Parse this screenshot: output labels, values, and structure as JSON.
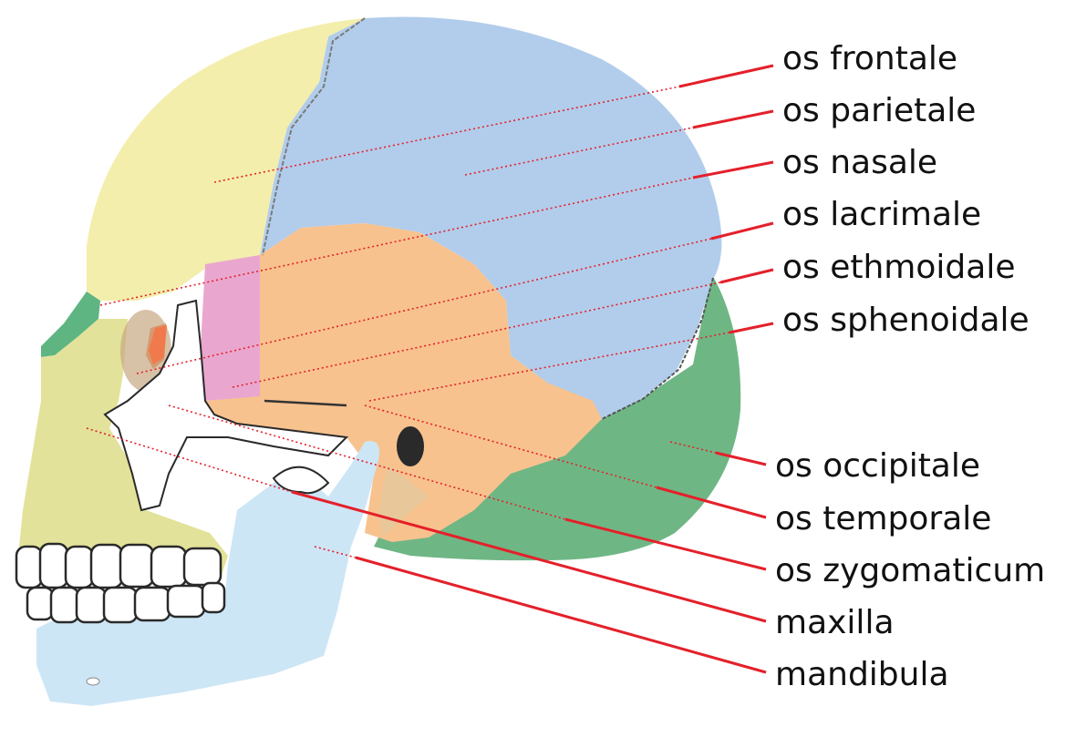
{
  "diagram": {
    "colors": {
      "frontal": "#f3eeac",
      "parietal": "#b2cdeb",
      "nasal": "#5fb582",
      "lacrimal": "#f07a4b",
      "ethmoid": "#e9a7cf",
      "sphenoid": "#f7c28e",
      "occipital": "#6fb685",
      "temporal": "#f7c28e",
      "zygomatic": "#ffffff",
      "maxilla": "#e2e29a",
      "mandible": "#cde6f6",
      "leader": "#e4202a"
    },
    "labels": [
      {
        "key": "frontale",
        "text": "os frontale"
      },
      {
        "key": "parietale",
        "text": "os parietale"
      },
      {
        "key": "nasale",
        "text": "os nasale"
      },
      {
        "key": "lacrimale",
        "text": "os lacrimale"
      },
      {
        "key": "ethmoidale",
        "text": "os ethmoidale"
      },
      {
        "key": "sphenoidale",
        "text": "os sphenoidale"
      },
      {
        "key": "occipitale",
        "text": "os occipitale"
      },
      {
        "key": "temporale",
        "text": "os temporale"
      },
      {
        "key": "zygomaticum",
        "text": "os zygomaticum"
      },
      {
        "key": "maxilla",
        "text": "maxilla"
      },
      {
        "key": "mandibula",
        "text": "mandibula"
      }
    ]
  }
}
